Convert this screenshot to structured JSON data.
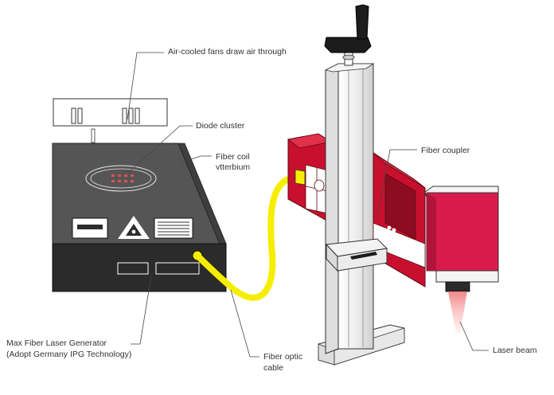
{
  "labels": {
    "fans": "Air-cooled fans draw air through",
    "diode": "Diode cluster",
    "coil_line1": "Fiber coil",
    "coil_line2": "vtterbium",
    "coupler": "Fiber coupler",
    "generator_line1": "Max Fiber Laser Generator",
    "generator_line2": "(Adopt Germany IPG Technology)",
    "cable_line1": "Fiber optic",
    "cable_line2": "cable",
    "beam": "Laser beam"
  },
  "colors": {
    "laser_body": "#c8102e",
    "laser_body_dark": "#8e0c20",
    "head": "#d81b4a",
    "generator_top": "#555555",
    "generator_front": "#2b2b2b",
    "cable": "#f5ee00",
    "beam": "#f4a0a0"
  }
}
